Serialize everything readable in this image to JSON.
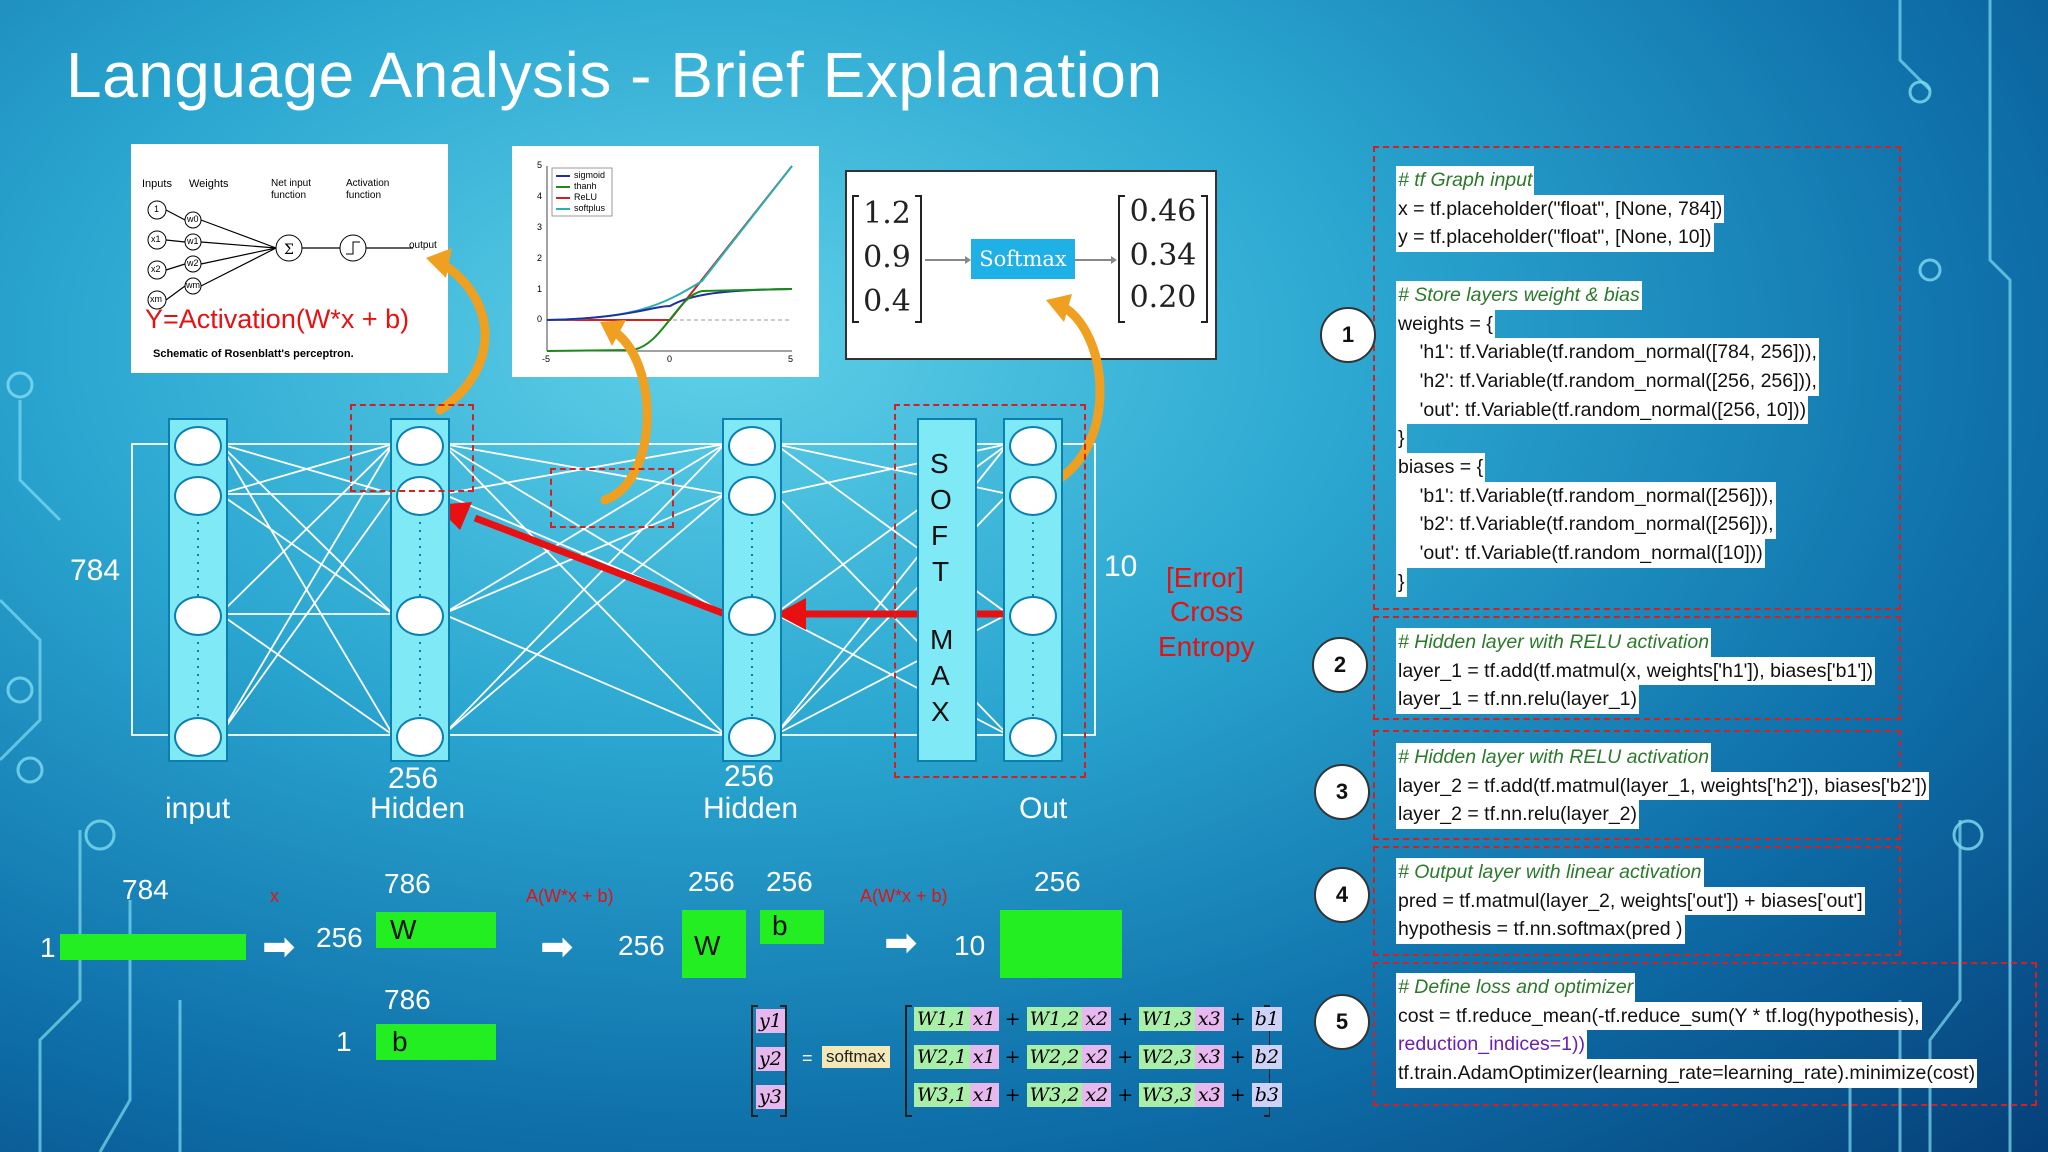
{
  "title": "Language Analysis - Brief Explanation",
  "perceptron": {
    "inputs_label": "Inputs",
    "weights_label": "Weights",
    "net_input_label": "Net input function",
    "activation_label": "Activation function",
    "output_label": "output",
    "formula": "Y=Activation(W*x + b)",
    "caption": "Schematic of Rosenblatt's perceptron.",
    "input_nodes": [
      "1",
      "x1",
      "x2",
      "xm"
    ],
    "weight_nodes": [
      "w0",
      "w1",
      "w2",
      "wm"
    ]
  },
  "activation_chart": {
    "legend": [
      "sigmoid",
      "thanh",
      "ReLU",
      "softplus"
    ],
    "y_ticks": [
      "5",
      "4",
      "3",
      "2",
      "1",
      "0"
    ],
    "x_ticks": [
      "-5",
      "0",
      "5"
    ]
  },
  "softmax_box": {
    "input_vector": [
      "1.2",
      "0.9",
      "0.4"
    ],
    "label": "Softmax",
    "output_vector": [
      "0.46",
      "0.34",
      "0.20"
    ]
  },
  "network": {
    "input_size": "784",
    "output_size": "10",
    "softmax_letters": [
      "S",
      "O",
      "F",
      "T",
      "M",
      "A",
      "X"
    ],
    "error_label_1": "[Error]",
    "error_label_2": "Cross",
    "error_label_3": "Entropy",
    "layer_labels": {
      "input": "input",
      "hidden1_size": "256",
      "hidden1": "Hidden",
      "hidden2_size": "256",
      "hidden2": "Hidden",
      "out": "Out"
    }
  },
  "matrices": {
    "x_rows": "1",
    "x_cols": "784",
    "op1": "x",
    "w1_rows": "256",
    "w1_cols": "786",
    "w1_label": "W",
    "b1_rows": "1",
    "b1_cols": "786",
    "b1_label": "b",
    "op2": "A(W*x + b)",
    "w2_rows": "256",
    "w2_cols": "256",
    "w2_label": "W",
    "b2_cols": "256",
    "b2_label": "b",
    "op3": "A(W*x + b)",
    "out_rows": "10",
    "out_cols": "256"
  },
  "softmax_equation": {
    "y": [
      "y1",
      "y2",
      "y3"
    ],
    "eq": "=",
    "fn": "softmax",
    "rows": [
      [
        "W1,1",
        "x1",
        "+",
        "W1,2",
        "x2",
        "+",
        "W1,3",
        "x3",
        "+",
        "b1"
      ],
      [
        "W2,1",
        "x1",
        "+",
        "W2,2",
        "x2",
        "+",
        "W2,3",
        "x3",
        "+",
        "b2"
      ],
      [
        "W3,1",
        "x1",
        "+",
        "W3,2",
        "x2",
        "+",
        "W3,3",
        "x3",
        "+",
        "b3"
      ]
    ]
  },
  "steps": [
    "1",
    "2",
    "3",
    "4",
    "5"
  ],
  "code": {
    "block1": [
      "# tf Graph input",
      "x = tf.placeholder(\"float\", [None, 784])",
      "y = tf.placeholder(\"float\", [None, 10])",
      "",
      "# Store layers weight & bias",
      "weights = {",
      "    'h1': tf.Variable(tf.random_normal([784, 256])),",
      "    'h2': tf.Variable(tf.random_normal([256, 256])),",
      "    'out': tf.Variable(tf.random_normal([256, 10]))",
      "}",
      "biases = {",
      "    'b1': tf.Variable(tf.random_normal([256])),",
      "    'b2': tf.Variable(tf.random_normal([256])),",
      "    'out': tf.Variable(tf.random_normal([10]))",
      "}"
    ],
    "block2": [
      "# Hidden layer with RELU activation",
      "layer_1 = tf.add(tf.matmul(x, weights['h1']), biases['b1'])",
      "layer_1 = tf.nn.relu(layer_1)"
    ],
    "block3": [
      "# Hidden layer with RELU activation",
      "layer_2 = tf.add(tf.matmul(layer_1, weights['h2']), biases['b2'])",
      "layer_2 = tf.nn.relu(layer_2)"
    ],
    "block4": [
      "# Output layer with linear activation",
      "pred = tf.matmul(layer_2, weights['out']) + biases['out']",
      "hypothesis = tf.nn.softmax(pred )"
    ],
    "block5": [
      "# Define loss and optimizer",
      "cost = tf.reduce_mean(-tf.reduce_sum(Y * tf.log(hypothesis),",
      "reduction_indices=1))",
      "tf.train.AdamOptimizer(learning_rate=learning_rate).minimize(cost)"
    ]
  },
  "colors": {
    "accent_red": "#e81010",
    "column_fill": "#7fe9f5",
    "matrix_green": "#22ee22",
    "curve_orange": "#f0a020"
  }
}
